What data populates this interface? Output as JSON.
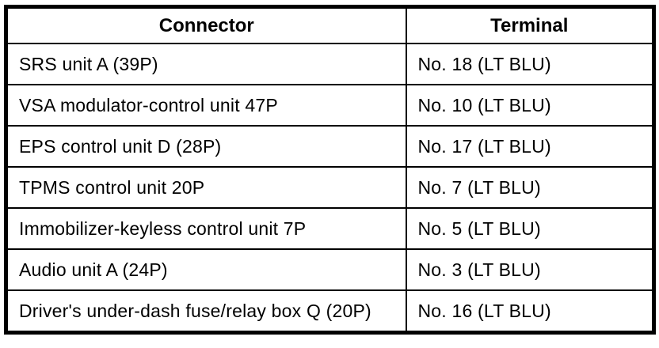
{
  "table": {
    "headers": {
      "connector": "Connector",
      "terminal": "Terminal"
    },
    "rows": [
      {
        "connector": "SRS unit A (39P)",
        "terminal": "No. 18 (LT BLU)"
      },
      {
        "connector": "VSA modulator-control unit 47P",
        "terminal": "No. 10 (LT BLU)"
      },
      {
        "connector": "EPS control unit D (28P)",
        "terminal": "No. 17 (LT BLU)"
      },
      {
        "connector": "TPMS control unit 20P",
        "terminal": "No. 7 (LT BLU)"
      },
      {
        "connector": "Immobilizer-keyless control unit 7P",
        "terminal": "No. 5 (LT BLU)"
      },
      {
        "connector": "Audio unit A (24P)",
        "terminal": "No. 3 (LT BLU)"
      },
      {
        "connector": "Driver's under-dash fuse/relay box Q (20P)",
        "terminal": "No. 16 (LT BLU)"
      }
    ],
    "colors": {
      "border": "#000000",
      "background": "#ffffff",
      "text": "#000000"
    }
  }
}
